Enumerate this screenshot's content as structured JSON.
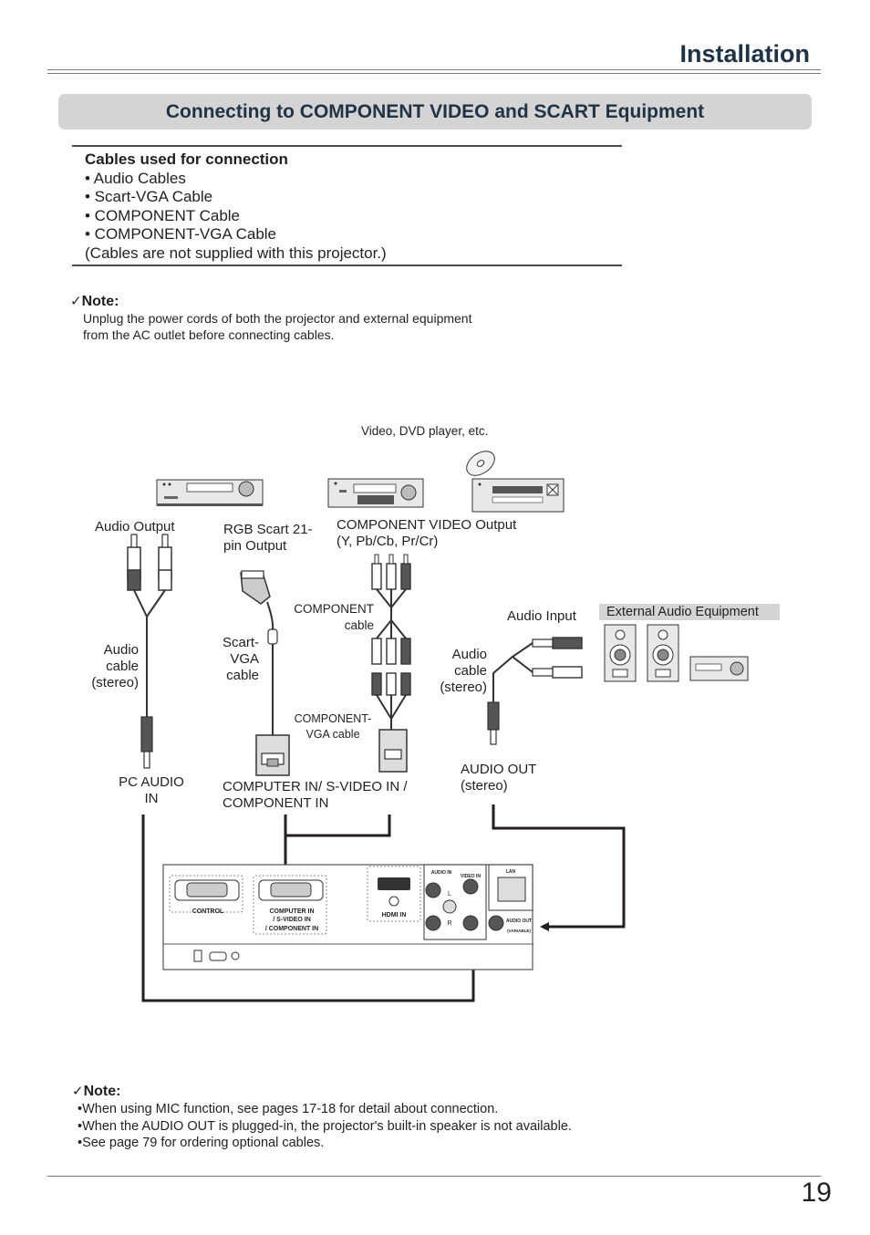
{
  "header": {
    "title": "Installation"
  },
  "section": {
    "title": "Connecting to COMPONENT VIDEO and SCART Equipment"
  },
  "cables": {
    "heading": "Cables used for connection",
    "items": [
      "• Audio Cables",
      "• Scart-VGA Cable",
      "• COMPONENT Cable",
      "• COMPONENT-VGA Cable"
    ],
    "footnote": "(Cables are not supplied with this projector.)"
  },
  "note1": {
    "title": "Note:",
    "lines": [
      "Unplug the power cords of both the projector and external equipment",
      "from the AC outlet before connecting cables."
    ]
  },
  "diagram": {
    "source_label": "Video, DVD player, etc.",
    "audio_output": "Audio Output",
    "rgb_scart": [
      "RGB Scart 21-",
      "pin Output"
    ],
    "component_output": [
      "COMPONENT VIDEO Output",
      "(Y, Pb/Cb, Pr/Cr)"
    ],
    "component_cable": [
      "COMPONENT",
      "cable"
    ],
    "component_vga_cable": [
      "COMPONENT-",
      "VGA cable"
    ],
    "audio_input": "Audio Input",
    "external_audio": "External Audio Equipment",
    "audio_cable_left": [
      "Audio",
      "cable",
      "(stereo)"
    ],
    "scart_vga_cable": [
      "Scart-",
      "VGA",
      "cable"
    ],
    "audio_cable_right": [
      "Audio",
      "cable",
      "(stereo)"
    ],
    "pc_audio_in": [
      "PC AUDIO",
      "IN"
    ],
    "computer_in": [
      "COMPUTER IN/ S-VIDEO IN /",
      "COMPONENT IN"
    ],
    "audio_out": [
      "AUDIO OUT",
      "(stereo)"
    ],
    "panel": {
      "control": "CONTROL",
      "computer_in": [
        "COMPUTER IN",
        "/ S-VIDEO IN",
        "/ COMPONENT IN"
      ],
      "hdmi_in": "HDMI IN",
      "audio_in": "AUDIO IN",
      "video_in": "VIDEO IN",
      "lan": "LAN",
      "audio_out": "AUDIO OUT",
      "variable": "(VARIABLE)",
      "l": "L",
      "r": "R"
    }
  },
  "note2": {
    "title": "Note:",
    "lines": [
      "•When using MIC function, see pages 17-18 for detail about connection.",
      "•When the AUDIO OUT is plugged-in, the projector's built-in speaker is not available.",
      "•See page 79 for ordering optional cables."
    ]
  },
  "footer": {
    "page_number": "19"
  }
}
